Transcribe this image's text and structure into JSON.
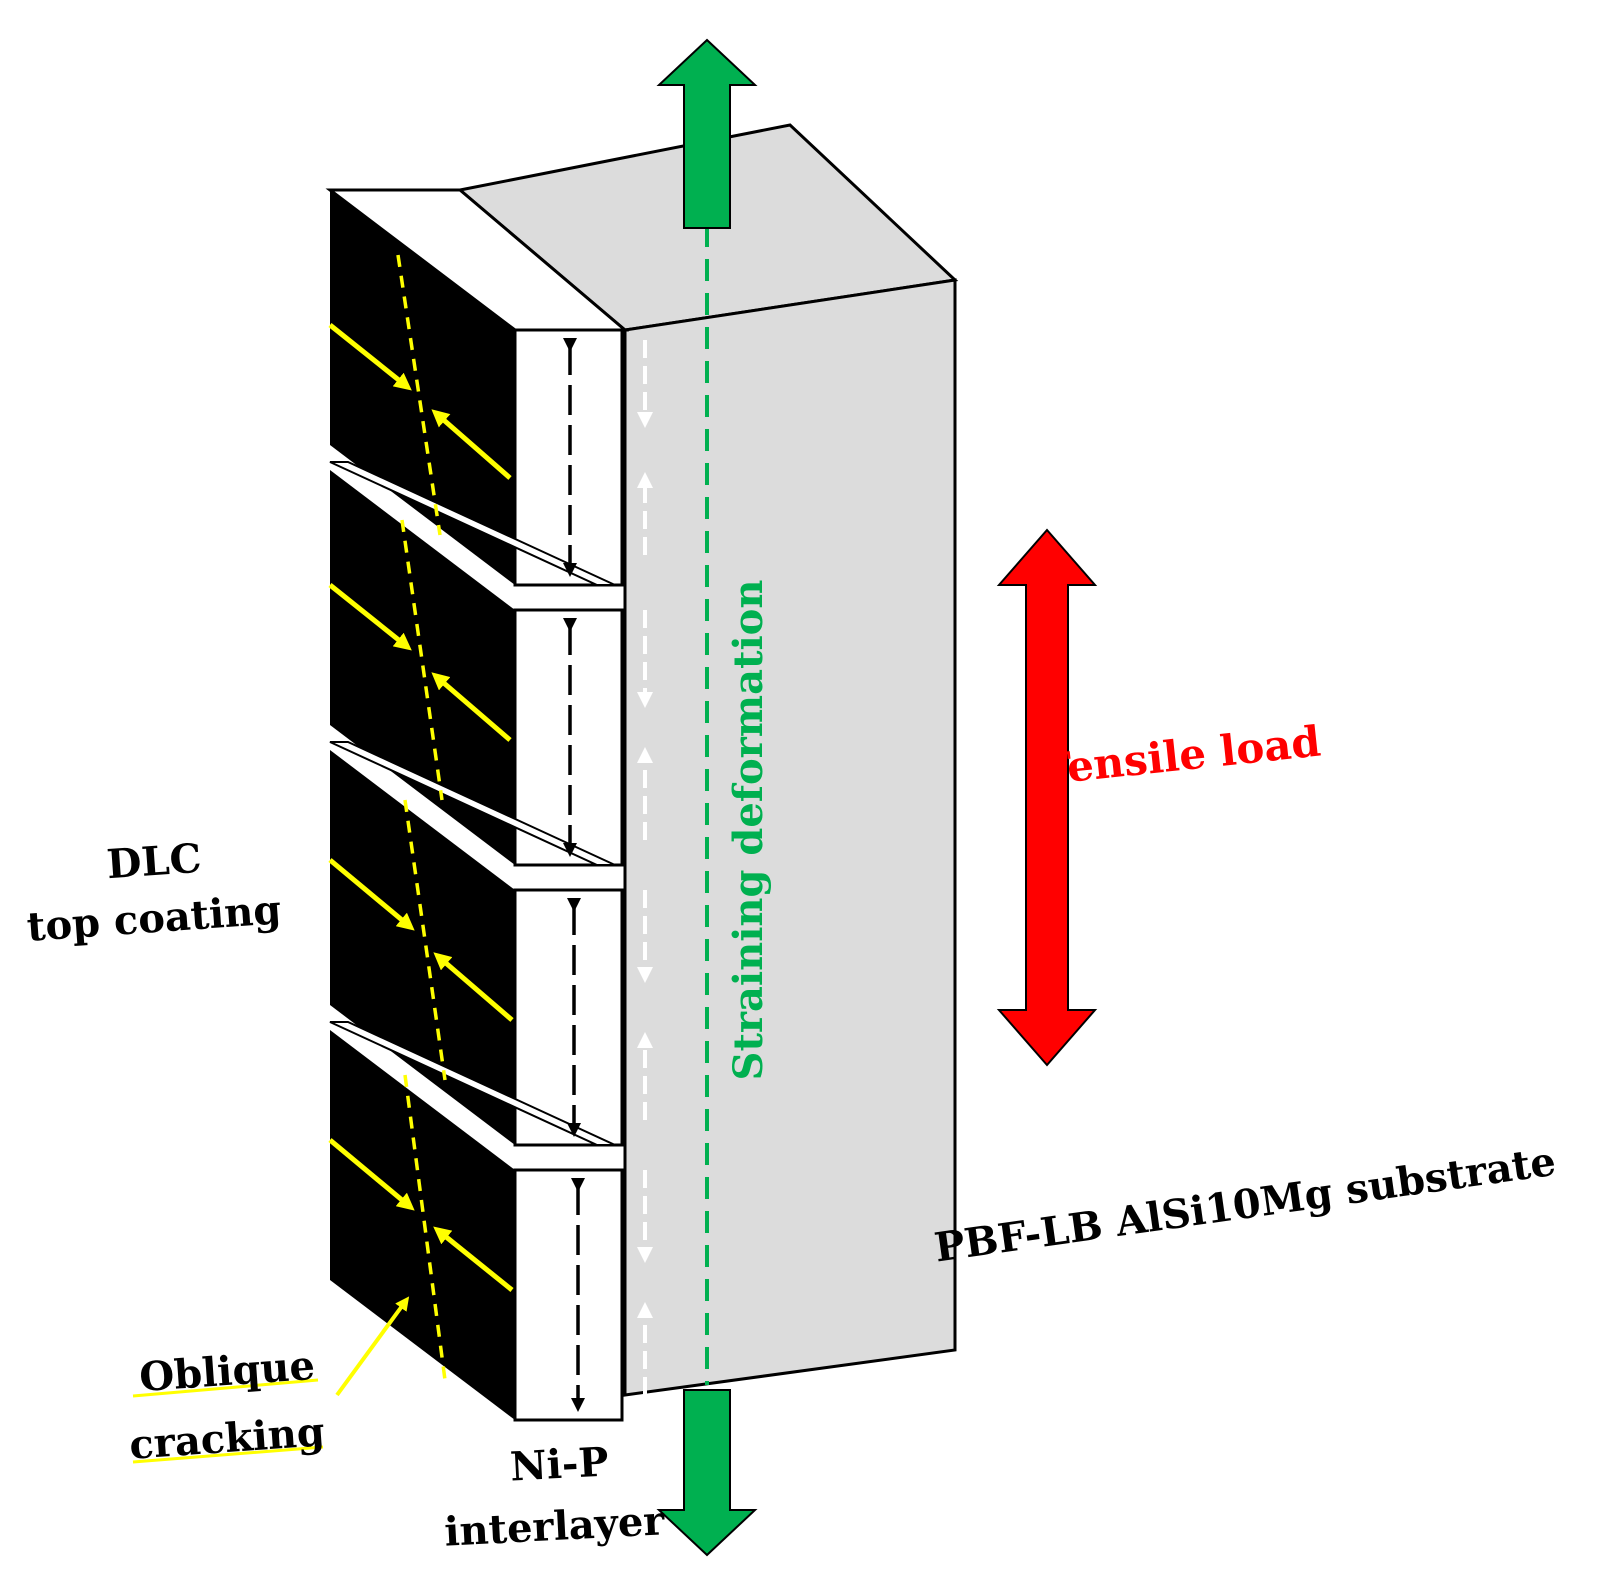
{
  "labels": {
    "dlc_line1": "DLC",
    "dlc_line2": "top coating",
    "oblique_line1": "Oblique",
    "oblique_line2": "cracking",
    "nip_line1": "Ni-P",
    "nip_line2": "interlayer",
    "substrate": "PBF-LB AlSi10Mg substrate",
    "straining": "Straining deformation",
    "tensile": "Tensile load"
  },
  "colors": {
    "substrate_fill": "#dcdcdc",
    "coating_fill": "#000000",
    "interlayer_fill": "#ffffff",
    "crack_line": "#ffff00",
    "straining": "#00b050",
    "tensile": "#ff0000"
  },
  "coating_segments": 4
}
